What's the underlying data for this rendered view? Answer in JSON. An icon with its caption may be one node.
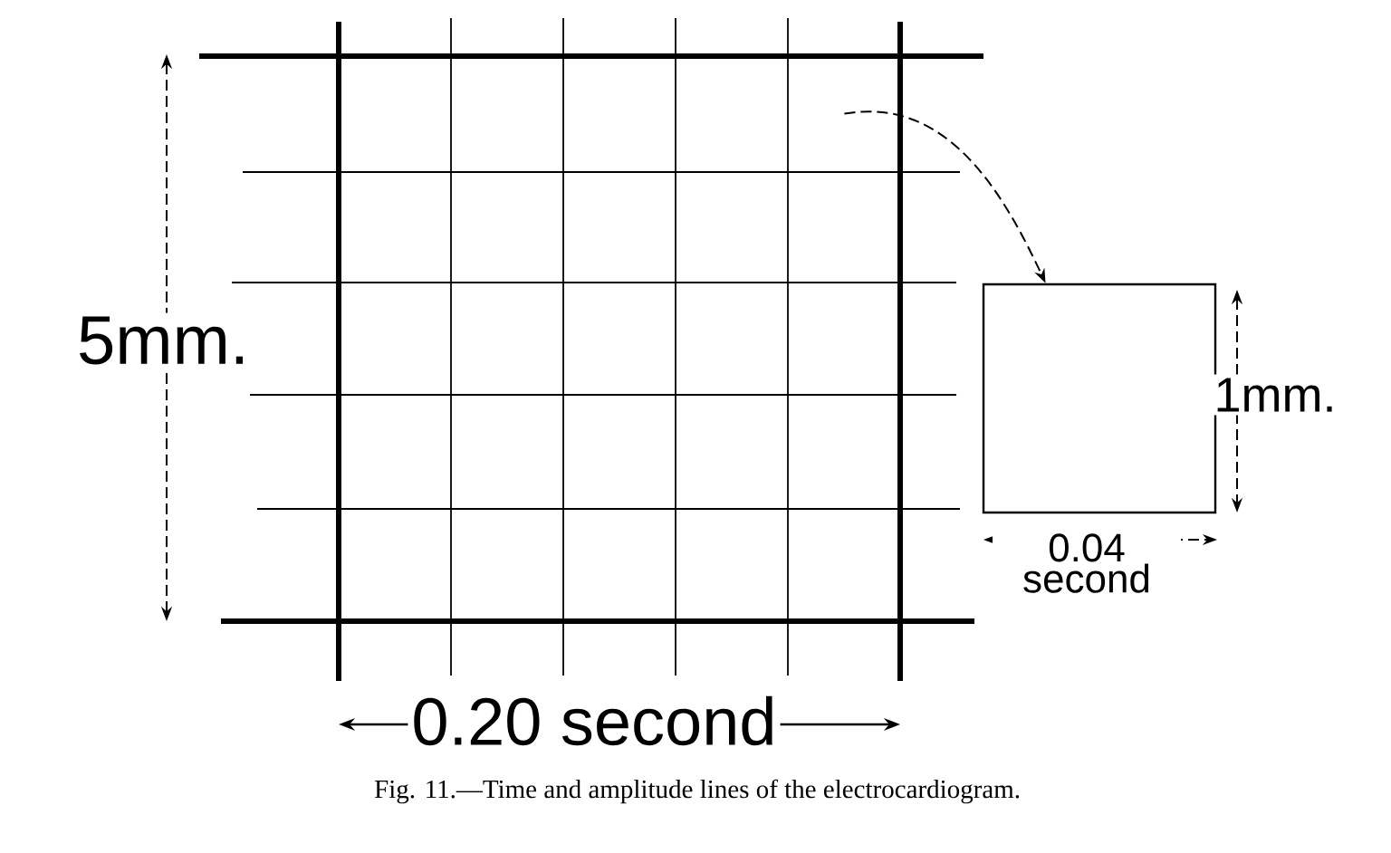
{
  "diagram": {
    "caption": "Fig. 11.—Time and amplitude lines of the electrocardiogram.",
    "nodes": [
      {
        "text": [],
        "shape": "grid"
      },
      {
        "text": [],
        "shape": "box"
      }
    ],
    "edges": [
      {
        "from": 0,
        "to": 1,
        "arrow": "to",
        "style": "dashed"
      }
    ],
    "labels": [
      "5mm.",
      "1mm.",
      "0.04 second",
      "0.20 second"
    ]
  }
}
